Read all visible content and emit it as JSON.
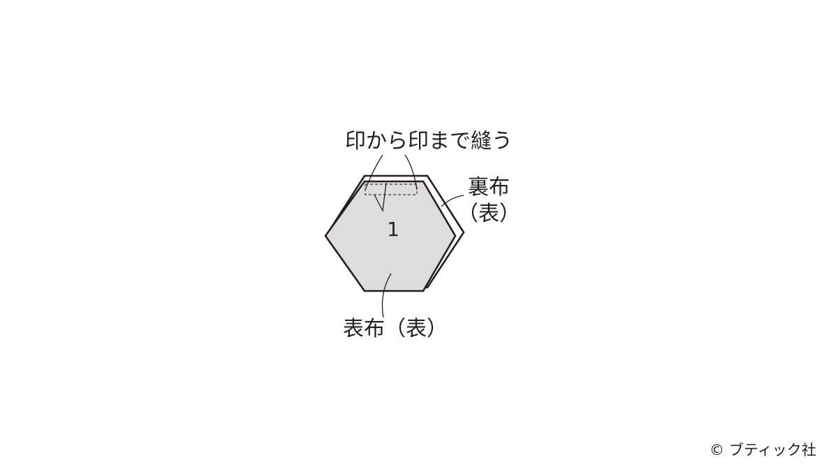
{
  "labels": {
    "sew_instruction": "印から印まで縫う",
    "back_fabric_line1": "裏布",
    "back_fabric_line2": "（表）",
    "front_fabric": "表布（表）",
    "piece_number": "1"
  },
  "copyright": {
    "symbol": "©",
    "text": "ブティック社"
  },
  "colors": {
    "line": "#231f20",
    "front_fabric_fill": "#dddddd",
    "back_fabric_fill": "#ffffff",
    "seam_line": "#555555"
  }
}
